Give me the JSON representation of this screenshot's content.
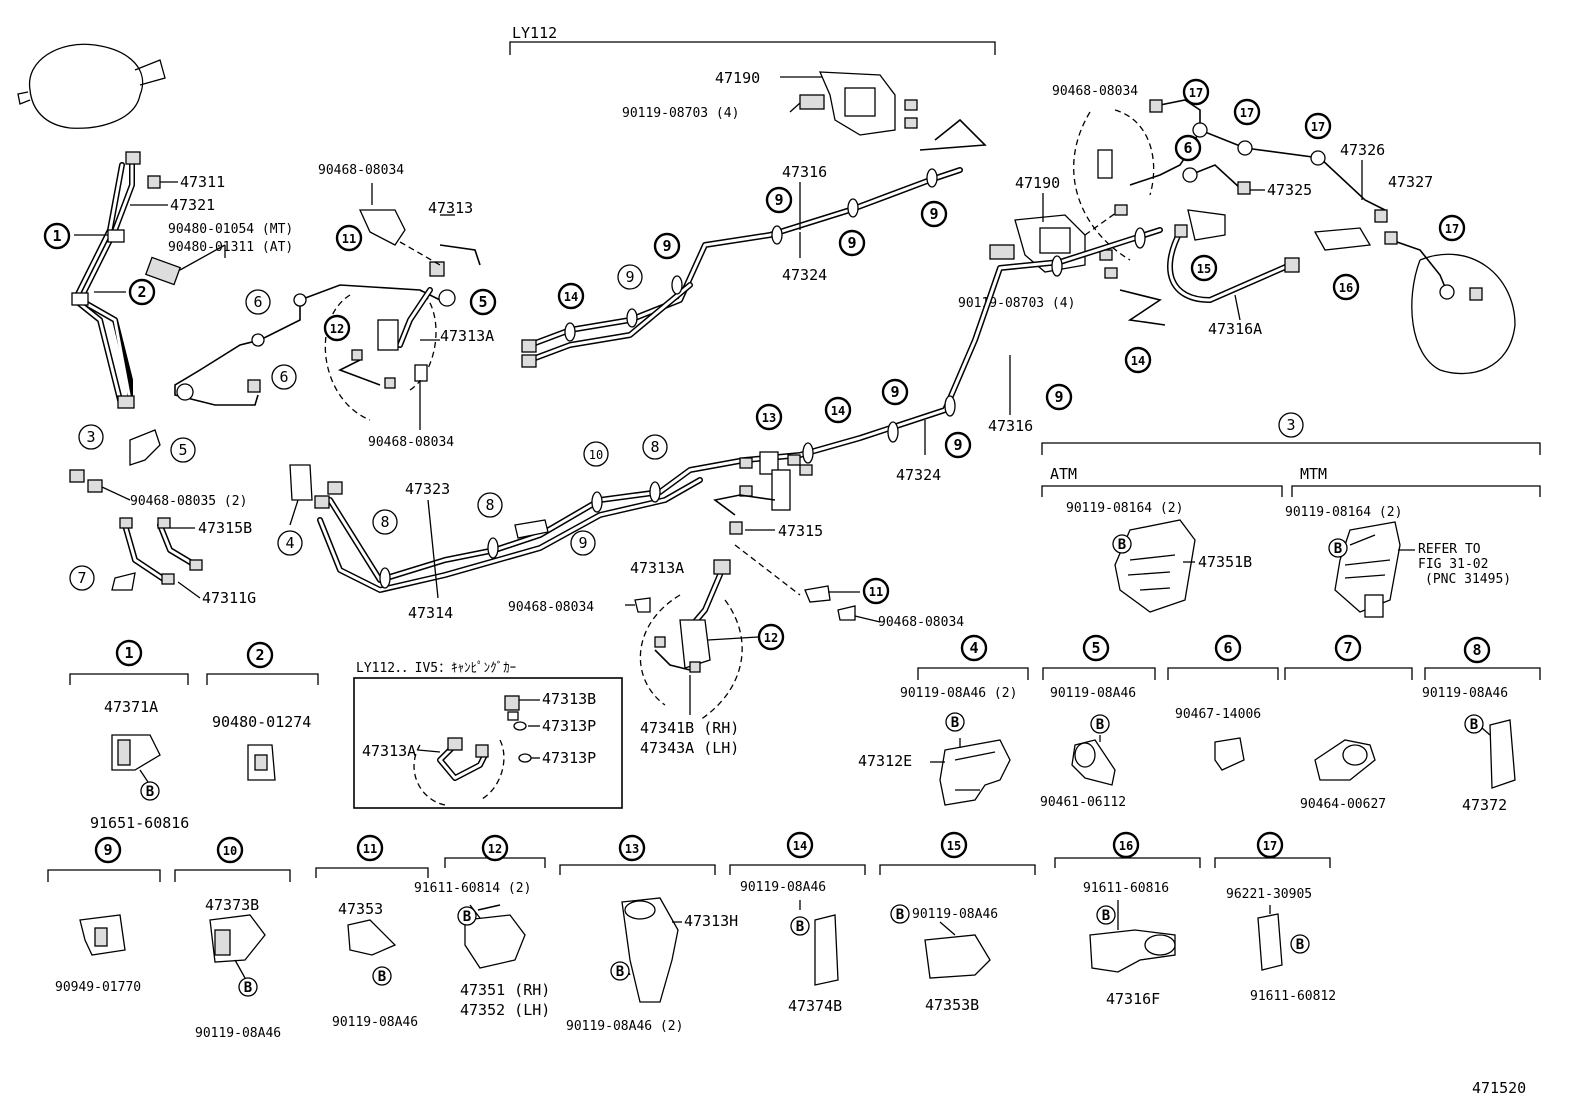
{
  "diagram_id": "471520",
  "header": {
    "ly_label": "LY112"
  },
  "parts": {
    "p47190a": "47190",
    "p90119a": "90119-08703 (4)",
    "p47311": "47311",
    "p47321": "47321",
    "p90480mt": "90480-01054 (MT)",
    "p90480at": "90480-01311 (AT)",
    "p90468a": "90468-08034",
    "p47313": "47313",
    "p47313A1": "47313A",
    "p90468b": "90468-08034",
    "p47316a": "47316",
    "p47324a": "47324",
    "p90468c": "90468-08034",
    "p47190b": "47190",
    "p90119b": "90119-08703 (4)",
    "p47325": "47325",
    "p47326": "47326",
    "p47327": "47327",
    "p47316A": "47316A",
    "p47316b": "47316",
    "p47324b": "47324",
    "p90468d": "90468-08035 (2)",
    "p47315B": "47315B",
    "p47311G": "47311G",
    "p47323": "47323",
    "p47314": "47314",
    "p47315": "47315",
    "p47313A2": "47313A",
    "p90468e": "90468-08034",
    "p90468f": "90468-08034",
    "p47341B": "47341B (RH)",
    "p47343A": "47343A (LH)"
  },
  "group3": {
    "atm_label": "ATM",
    "mtm_label": "MTM",
    "atm_bolt": "90119-08164 (2)",
    "atm_part": "47351B",
    "mtm_bolt": "90119-08164 (2)",
    "refer1": "REFER TO",
    "refer2": "FIG 31-02",
    "refer3": "(PNC 31495)"
  },
  "inset": {
    "title": "LY112．．IV5：ｷｬﾝﾋﾟﾝｸﾞｶｰ",
    "p47313B": "47313B",
    "p47313P1": "47313P",
    "p47313P2": "47313P",
    "p47313A": "47313A"
  },
  "details": {
    "d1a": "47371A",
    "d1b": "91651-60816",
    "d2a": "90480-01274",
    "d4a": "90119-08A46 (2)",
    "d4b": "47312E",
    "d5a": "90119-08A46",
    "d5b": "90461-06112",
    "d6a": "90467-14006",
    "d7a": "90464-00627",
    "d8a": "90119-08A46",
    "d8b": "47372",
    "d9a": "90949-01770",
    "d10a": "47373B",
    "d10b": "90119-08A46",
    "d11a": "47353",
    "d11b": "90119-08A46",
    "d12a": "91611-60814 (2)",
    "d12b": "47351 (RH)",
    "d12c": "47352 (LH)",
    "d13a": "47313H",
    "d13b": "90119-08A46 (2)",
    "d14a": "90119-08A46",
    "d14b": "47374B",
    "d15a": "90119-08A46",
    "d15b": "47353B",
    "d16a": "91611-60816",
    "d16b": "47316F",
    "d17a": "96221-30905",
    "d17b": "91611-60812"
  },
  "bolt_letter": "B",
  "callouts": [
    "1",
    "2",
    "3",
    "4",
    "5",
    "6",
    "7",
    "8",
    "9",
    "10",
    "11",
    "12",
    "13",
    "14",
    "15",
    "16",
    "17"
  ]
}
